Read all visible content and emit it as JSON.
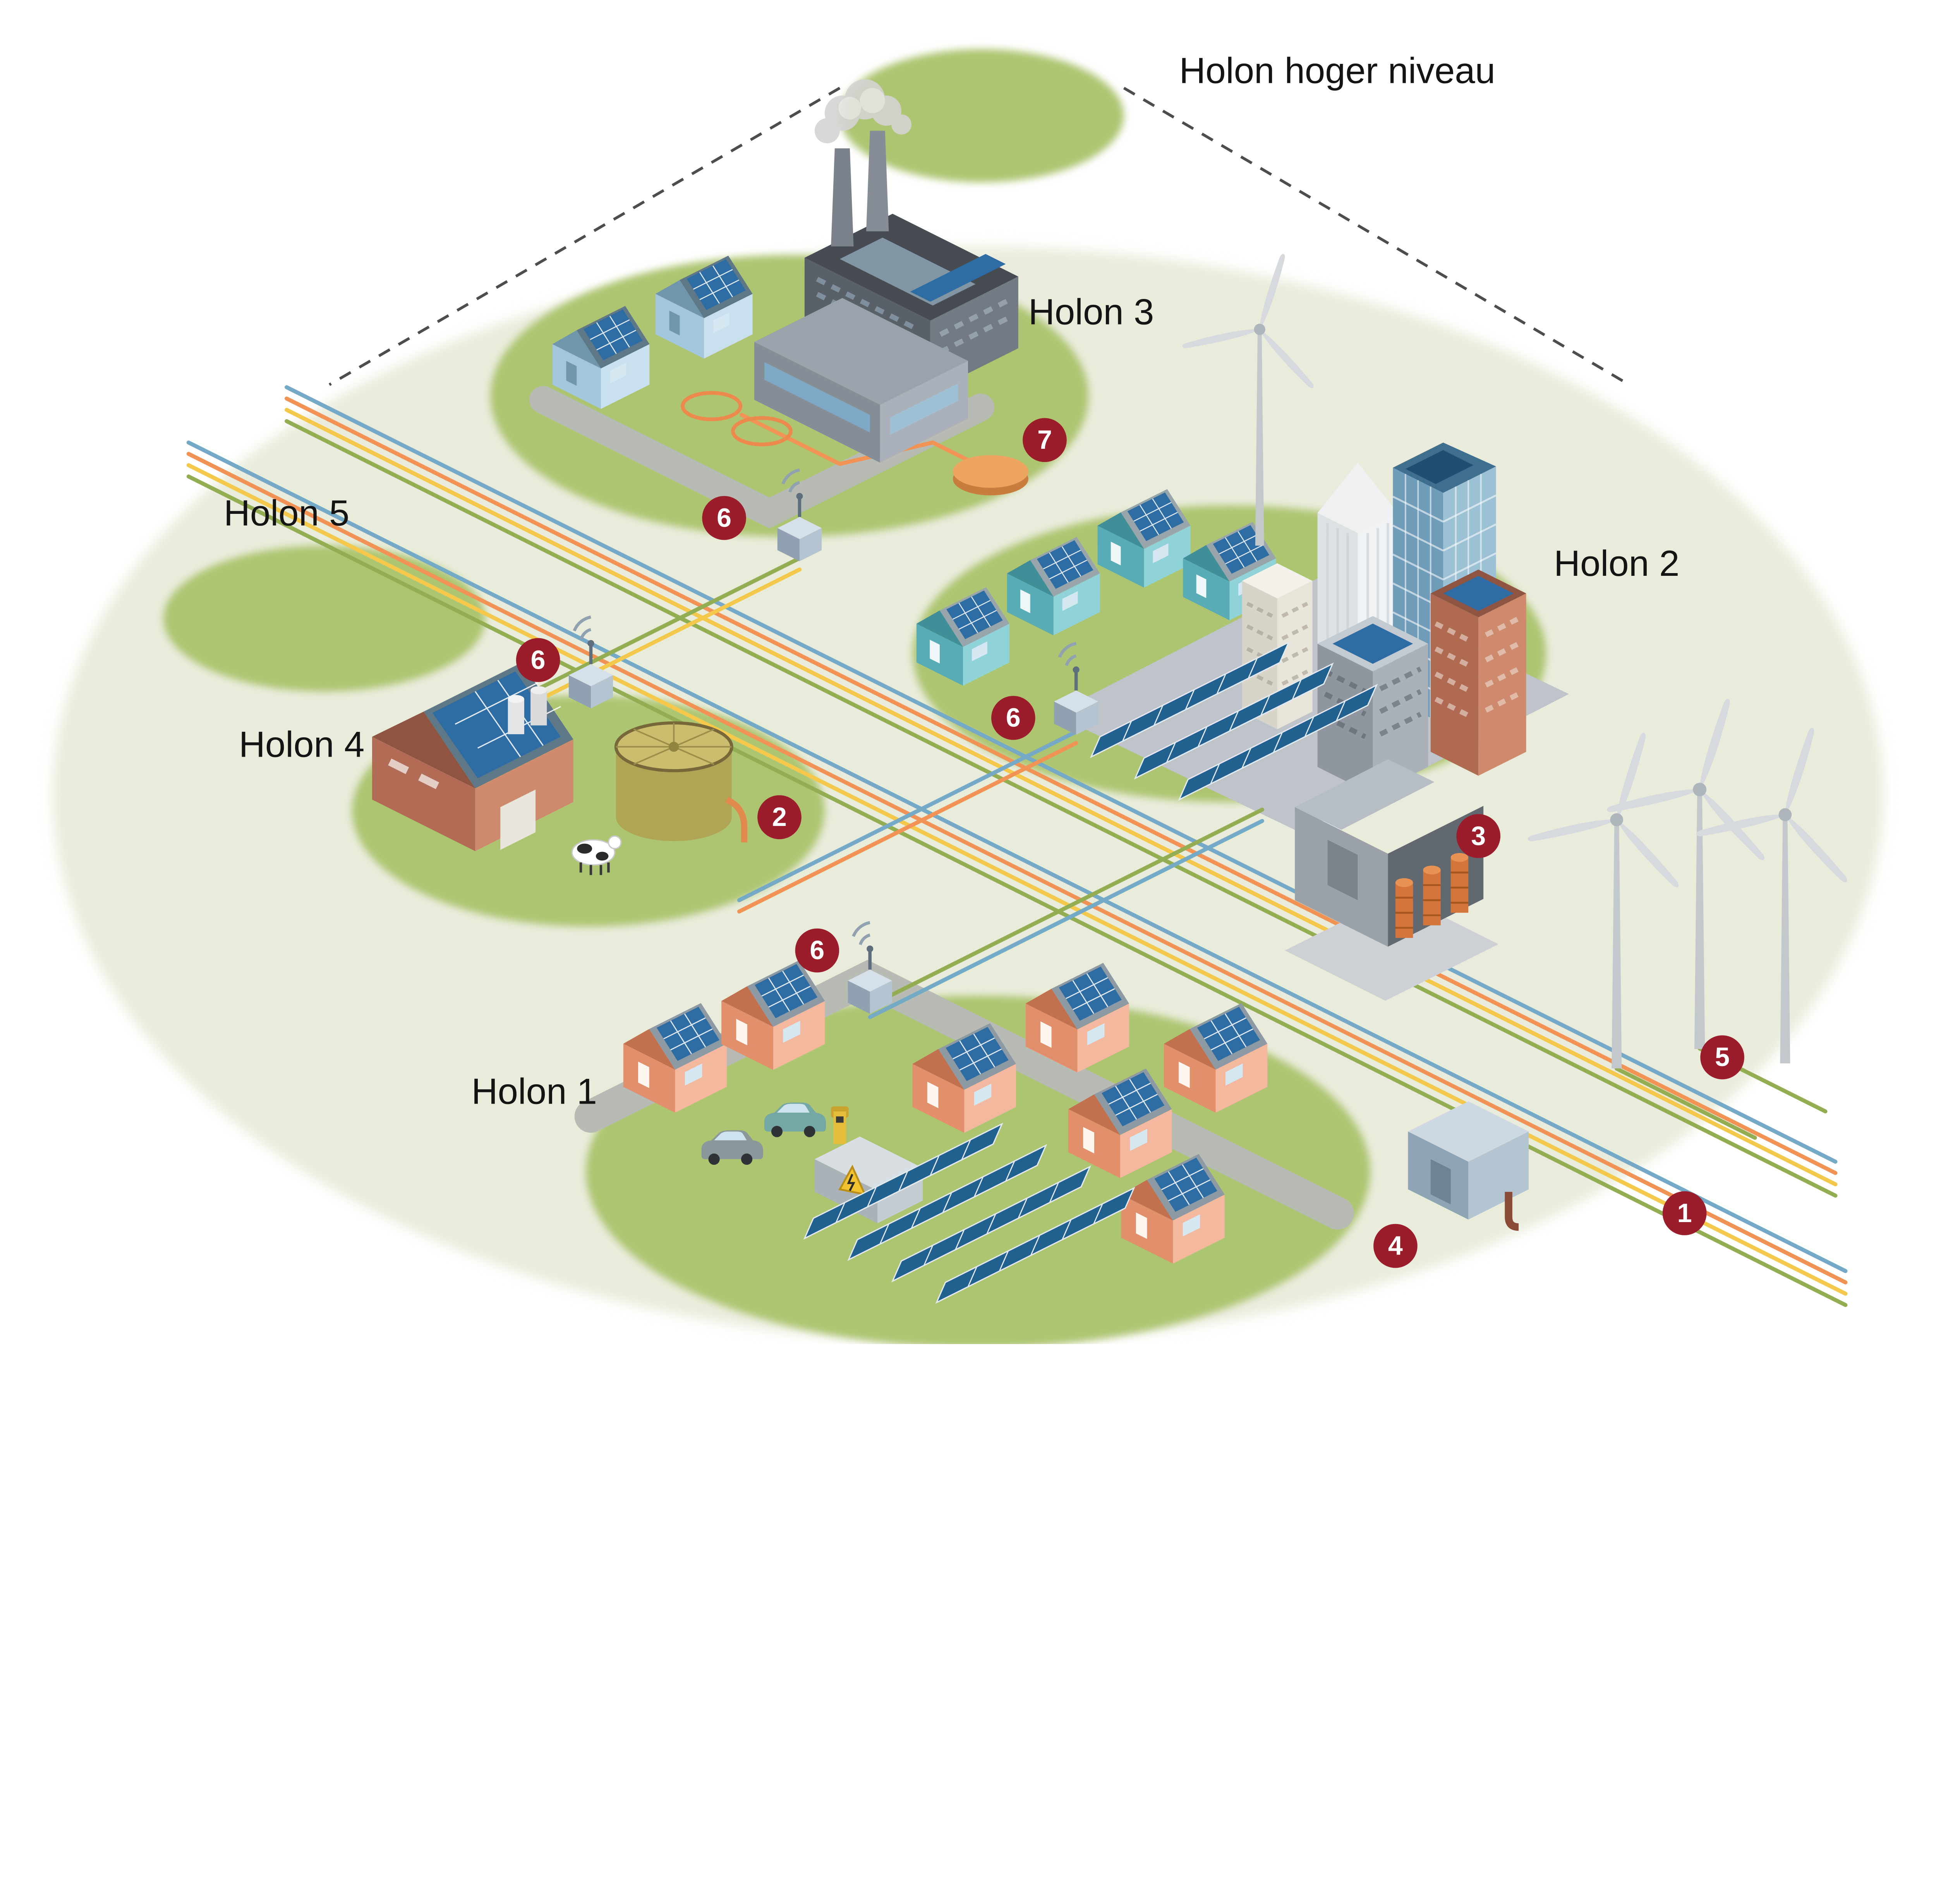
{
  "top_holon": {
    "label": "Holon hoger niveau"
  },
  "holons": {
    "h1": {
      "label": "Holon 1"
    },
    "h2": {
      "label": "Holon 2"
    },
    "h3": {
      "label": "Holon 3"
    },
    "h4": {
      "label": "Holon 4"
    },
    "h5": {
      "label": "Holon 5"
    }
  },
  "badges": {
    "b1": "1",
    "b2": "2",
    "b3": "3",
    "b4": "4",
    "b5": "5",
    "b6_holon1": "6",
    "b6_holon2": "6",
    "b6_holon3": "6",
    "b6_holon4": "6",
    "b7": "7"
  },
  "colors": {
    "badge_bg": "#9b1d2c",
    "badge_text": "#ffffff",
    "holon_fill": "#adc571",
    "field_fill": "#e9ecdb",
    "line_blue": "#74aac6",
    "line_orange": "#f09355",
    "line_yellow": "#f3c84b",
    "line_green": "#93ad53"
  }
}
